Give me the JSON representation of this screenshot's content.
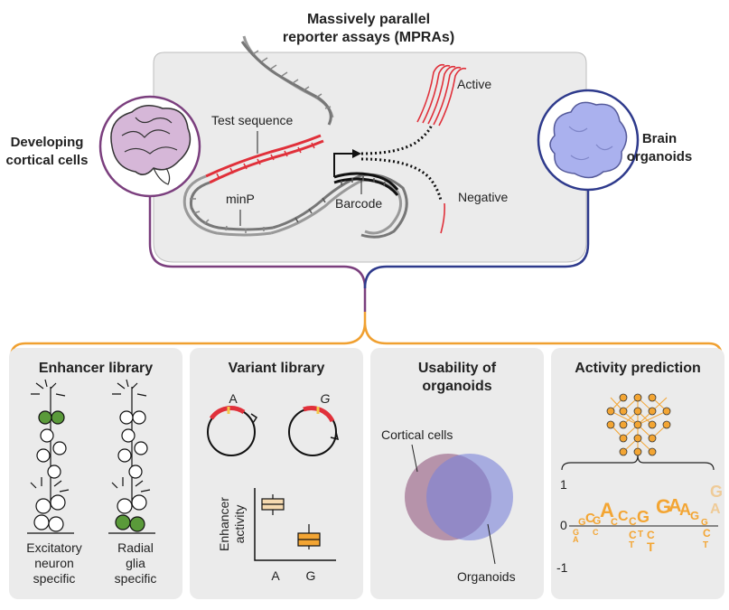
{
  "top": {
    "title_line1": "Massively parallel",
    "title_line2": "reporter assays (MPRAs)",
    "left_line1": "Developing",
    "left_line2": "cortical cells",
    "right_line1": "Brain",
    "right_line2": "organoids",
    "test_sequence": "Test sequence",
    "minp": "minP",
    "barcode": "Barcode",
    "active": "Active",
    "negative": "Negative"
  },
  "panels": {
    "enhancer": {
      "title": "Enhancer library",
      "left_line1": "Excitatory",
      "left_line2": "neuron",
      "left_line3": "specific",
      "right_line1": "Radial",
      "right_line2": "glia",
      "right_line3": "specific"
    },
    "variant": {
      "title": "Variant library",
      "allele_a": "A",
      "allele_g": "G",
      "ylabel_line1": "Enhancer",
      "ylabel_line2": "activity",
      "x_a": "A",
      "x_g": "G"
    },
    "usability": {
      "title_line1": "Usability of",
      "title_line2": "organoids",
      "cortical": "Cortical cells",
      "organoids": "Organoids"
    },
    "prediction": {
      "title": "Activity prediction",
      "tick_top": "1",
      "tick_mid": "0",
      "tick_bottom": "-1"
    }
  },
  "colors": {
    "purple": "#7b3f7e",
    "navy": "#2e3a8c",
    "orange": "#f0a030",
    "red": "#e0303a",
    "panel_bg": "#ebebeb",
    "logo_orange": "#f3a533"
  },
  "icons": [
    "brain-icon",
    "organoid-icon",
    "neural-network-icon",
    "dna-helix-icon",
    "plasmid-icon"
  ]
}
